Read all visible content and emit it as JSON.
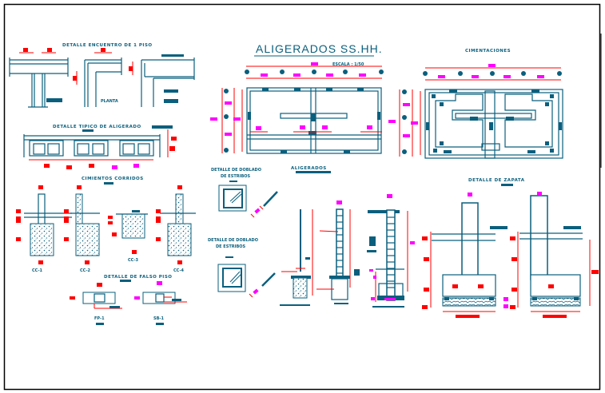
{
  "sheet": {
    "colors": {
      "linework": "#0a5f7d",
      "dimension": "#ff0000",
      "annotation": "#ff00ff",
      "background": "#ffffff",
      "frame": "#000000"
    }
  },
  "drawings": {
    "encuentro": {
      "title": "DETALLE ENCUENTRO DE 1 PISO",
      "sublabel": "PLANTA"
    },
    "aligerado_tipico": {
      "title": "DETALLE TIPICO DE ALIGERADO"
    },
    "cimientos": {
      "title": "CIMIENTOS CORRIDOS",
      "items": [
        "CC-1",
        "CC-2",
        "CC-3",
        "CC-4"
      ]
    },
    "falso_piso": {
      "title": "DETALLE DE FALSO PISO",
      "items": [
        "FP-1",
        "SB-1"
      ]
    },
    "aligerados_plan": {
      "title": "ALIGERADOS SS.HH.",
      "scale": "ESCALA : 1/50"
    },
    "cimentaciones": {
      "title": "CIMENTACIONES"
    },
    "doblado_1": {
      "title_line1": "DETALLE DE DOBLADO",
      "title_line2": "DE ESTRIBOS"
    },
    "doblado_2": {
      "title_line1": "DETALLE DE DOBLADO",
      "title_line2": "DE ESTRIBOS"
    },
    "aligerados_section": {
      "title": "ALIGERADOS"
    },
    "zapata": {
      "title": "DETALLE DE ZAPATA"
    }
  }
}
